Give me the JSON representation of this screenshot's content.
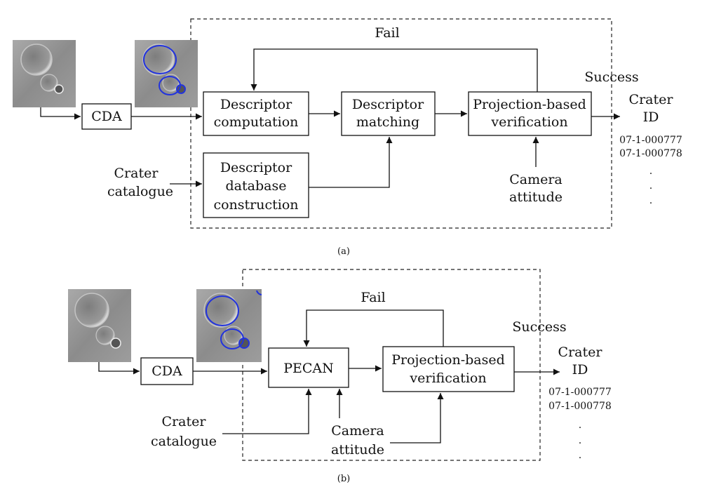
{
  "panel_a": {
    "caption": "(a)",
    "cda": "CDA",
    "fail": "Fail",
    "success": "Success",
    "descriptor_computation": [
      "Descriptor",
      "computation"
    ],
    "descriptor_matching": [
      "Descriptor",
      "matching"
    ],
    "projection_verification": [
      "Projection-based",
      "verification"
    ],
    "database_construction": [
      "Descriptor",
      "database",
      "construction"
    ],
    "crater_catalogue": [
      "Crater",
      "catalogue"
    ],
    "camera_attitude": [
      "Camera",
      "attitude"
    ],
    "crater_id": [
      "Crater",
      "ID"
    ],
    "ids": [
      "07-1-000777",
      "07-1-000778"
    ],
    "ellipsis": [
      ".",
      ".",
      "."
    ]
  },
  "panel_b": {
    "caption": "(b)",
    "cda": "CDA",
    "fail": "Fail",
    "success": "Success",
    "pecan": "PECAN",
    "projection_verification": [
      "Projection-based",
      "verification"
    ],
    "crater_catalogue": [
      "Crater",
      "catalogue"
    ],
    "camera_attitude": [
      "Camera",
      "attitude"
    ],
    "crater_id": [
      "Crater",
      "ID"
    ],
    "ids": [
      "07-1-000777",
      "07-1-000778"
    ],
    "ellipsis": [
      ".",
      ".",
      "."
    ]
  },
  "colors": {
    "detection_ellipse": "#2233dd",
    "terrain": "#8e8e8e"
  }
}
